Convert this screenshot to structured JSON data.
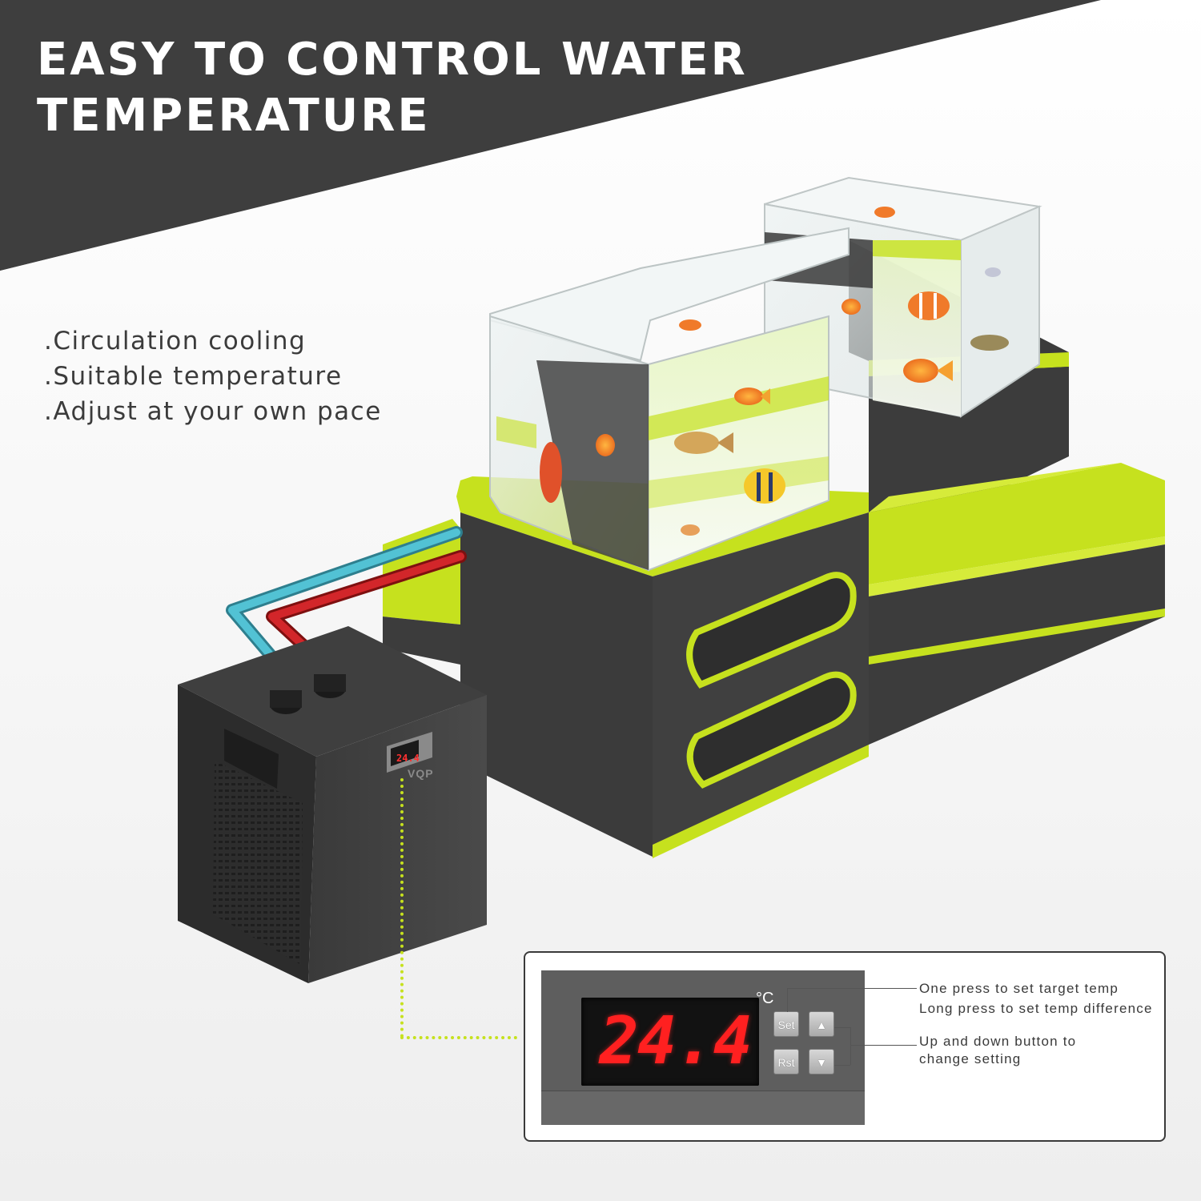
{
  "headline": {
    "line1": "EASY TO CONTROL WATER",
    "line2": "TEMPERATURE"
  },
  "features": [
    ".Circulation cooling",
    ".Suitable temperature",
    ".Adjust at your own pace"
  ],
  "chiller": {
    "brand": "VQP",
    "mini_display": "24.4"
  },
  "controller": {
    "display_value": "24.4",
    "unit": "°C",
    "set_label": "Set",
    "rst_label": "Rst",
    "up_symbol": "▲",
    "down_symbol": "▼"
  },
  "notes": {
    "set_line1": "One press to set target temp",
    "set_line2": "Long press to set temp difference",
    "arrows_line1": "Up and down button to",
    "arrows_line2": "change setting"
  },
  "colors": {
    "banner": "#3e3e3e",
    "accent_green": "#c6e11e",
    "unit_body": "#3c3c3c",
    "cold_pipe": "#3fb3c6",
    "hot_pipe": "#c4201f",
    "lcd_digits": "#ff2020"
  }
}
